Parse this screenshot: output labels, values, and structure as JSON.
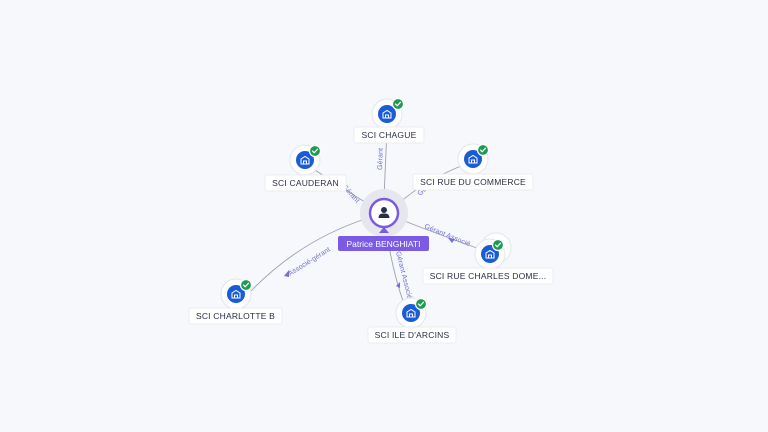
{
  "center": {
    "name": "Patrice BENGHIATI",
    "icon": "person-icon"
  },
  "nodes": [
    {
      "id": "chague",
      "label": "SCI CHAGUE",
      "icon": "building-icon",
      "verified": true,
      "edge_label": "Gérant"
    },
    {
      "id": "cauderan",
      "label": "SCI CAUDERAN",
      "icon": "building-icon",
      "verified": true,
      "edge_label": "Gérant"
    },
    {
      "id": "commerce",
      "label": "SCI RUE DU COMMERCE",
      "icon": "building-icon",
      "verified": true,
      "edge_label": "Gé..."
    },
    {
      "id": "charles",
      "label": "SCI RUE CHARLES DOME...",
      "icon": "building-icon",
      "verified": true,
      "edge_label": "Gérant Associé"
    },
    {
      "id": "charlotte",
      "label": "SCI CHARLOTTE B",
      "icon": "building-icon",
      "verified": true,
      "edge_label": "Associé-gérant"
    },
    {
      "id": "arcins",
      "label": "SCI ILE D'ARCINS",
      "icon": "building-icon",
      "verified": true,
      "edge_label": "Gérant Associé"
    }
  ],
  "colors": {
    "background": "#f7f8fc",
    "center_accent": "#7b5be6",
    "company_icon": "#1a5bd6",
    "verified_badge": "#1f9a55",
    "edge_label": "#6c6fd0"
  }
}
